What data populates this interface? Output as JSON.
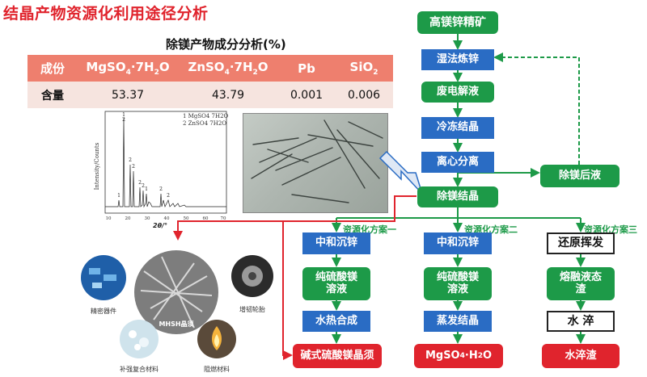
{
  "title": "结晶产物资源化利用途径分析",
  "table": {
    "caption": "除镁产物成分分析(%)",
    "header": [
      "成份",
      "MgSO4·7H2O",
      "ZnSO4·7H2O",
      "Pb",
      "SiO2"
    ],
    "row": [
      "含量",
      "53.37",
      "43.79",
      "0.001",
      "0.006"
    ]
  },
  "xrd": {
    "legend": [
      "1 MgSO4 7H2O",
      "2 ZnSO4 7H2O"
    ],
    "ylabel": "Intensity/Counts",
    "xlabel": "2θ/°",
    "xticks": [
      "10",
      "20",
      "30",
      "40",
      "50",
      "60",
      "70"
    ]
  },
  "flow": {
    "main": [
      "高镁锌精矿",
      "湿法炼锌",
      "废电解液",
      "冷冻结晶",
      "离心分离",
      "除镁结晶"
    ],
    "side": "除镁后液",
    "plans": [
      "资源化方案一",
      "资源化方案二",
      "资源化方案三"
    ],
    "plan1": [
      "中和沉锌",
      "纯硫酸镁溶液",
      "水热合成",
      "碱式硫酸镁晶须"
    ],
    "plan2": [
      "中和沉锌",
      "纯硫酸镁溶液",
      "蒸发结晶",
      "MgSO4·H2O"
    ],
    "plan3": [
      "还原挥发",
      "熔融液态渣",
      "水 淬",
      "水淬渣"
    ]
  },
  "applications": {
    "center": "MHSH晶须",
    "items": [
      "精密器件",
      "增韧轮胎",
      "补强复合材料",
      "阻燃材料"
    ]
  },
  "colors": {
    "green": "#1d9a48",
    "blue": "#2a6cc4",
    "red": "#e0242d",
    "salmon": "#ee7f6e"
  }
}
